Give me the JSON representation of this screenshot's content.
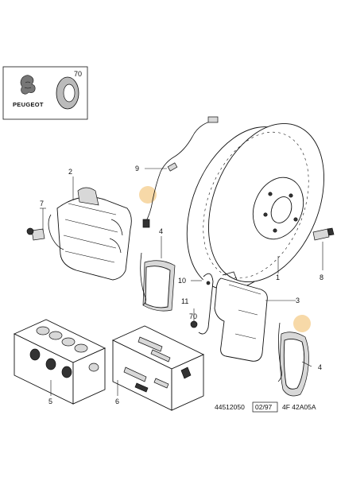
{
  "logo": {
    "brand": "PEUGEOT",
    "ref": "70"
  },
  "parts": [
    {
      "id": "p1",
      "label": "1"
    },
    {
      "id": "p2",
      "label": "2"
    },
    {
      "id": "p3",
      "label": "3"
    },
    {
      "id": "p4a",
      "label": "4"
    },
    {
      "id": "p4b",
      "label": "4"
    },
    {
      "id": "p5",
      "label": "5"
    },
    {
      "id": "p6",
      "label": "6"
    },
    {
      "id": "p7",
      "label": "7"
    },
    {
      "id": "p8",
      "label": "8"
    },
    {
      "id": "p9",
      "label": "9"
    },
    {
      "id": "p10",
      "label": "10"
    },
    {
      "id": "p11",
      "label": "11"
    },
    {
      "id": "p70",
      "label": "70"
    }
  ],
  "footer": {
    "code": "44512050",
    "date": "02/97",
    "ref": "4F 42A05A"
  },
  "highlight_color": "#f7d9a8"
}
